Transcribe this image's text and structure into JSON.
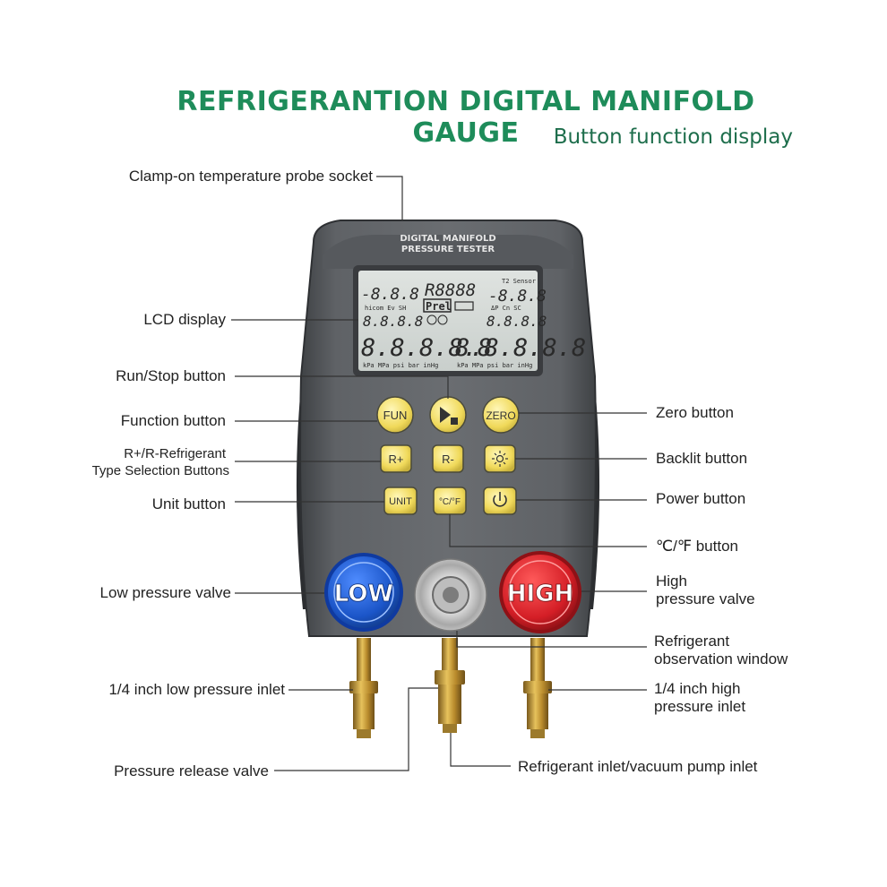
{
  "title": "REFRIGERANTION DIGITAL MANIFOLD GAUGE",
  "subtitle": "Button function display",
  "device": {
    "header_line1": "DIGITAL MANIFOLD",
    "header_line2": "PRESSURE TESTER",
    "lcd": {
      "t1": "-8.8.8",
      "r_value": "R8888",
      "t2_label": "T2 Sensor",
      "t2": "-8.8.8",
      "prel": "Prel",
      "modes": "hicom Ev SH",
      "modes_right": "ΔP Cn SC",
      "mid_left": "8.8.8.8",
      "mid_right": "8.8.8.8",
      "big_left": "8.8.8.8.8",
      "big_right": "8.8.8.8.8",
      "units_left": "kPa MPa psi bar inHg",
      "units_right": "kPa MPa psi bar inHg"
    },
    "buttons": {
      "fun": "FUN",
      "zero": "ZERO",
      "r_plus": "R+",
      "r_minus": "R-",
      "unit": "UNIT",
      "temp": "°C/°F"
    },
    "valves": {
      "low": "LOW",
      "high": "HIGH"
    }
  },
  "labels": {
    "clamp": "Clamp-on temperature probe socket",
    "lcd": "LCD display",
    "run_stop": "Run/Stop button",
    "function": "Function button",
    "refrigerant_line1": "R+/R-Refrigerant",
    "refrigerant_line2": "Type Selection Buttons",
    "unit": "Unit button",
    "zero": "Zero button",
    "backlit": "Backlit button",
    "power": "Power button",
    "cf": "℃/℉ button",
    "low_valve": "Low pressure valve",
    "high_valve_line1": "High",
    "high_valve_line2": "pressure valve",
    "observation_line1": "Refrigerant",
    "observation_line2": "observation window",
    "low_inlet": "1/4 inch low pressure inlet",
    "high_inlet_line1": "1/4 inch high",
    "high_inlet_line2": "pressure inlet",
    "release": "Pressure release valve",
    "refrigerant_inlet": "Refrigerant inlet/vacuum pump inlet"
  },
  "colors": {
    "title": "#1e8c5a",
    "body": "#55585c",
    "button": "#f3e06a",
    "low_knob": "#1e5bd0",
    "high_knob": "#d8202a",
    "leader_line": "#333333"
  }
}
